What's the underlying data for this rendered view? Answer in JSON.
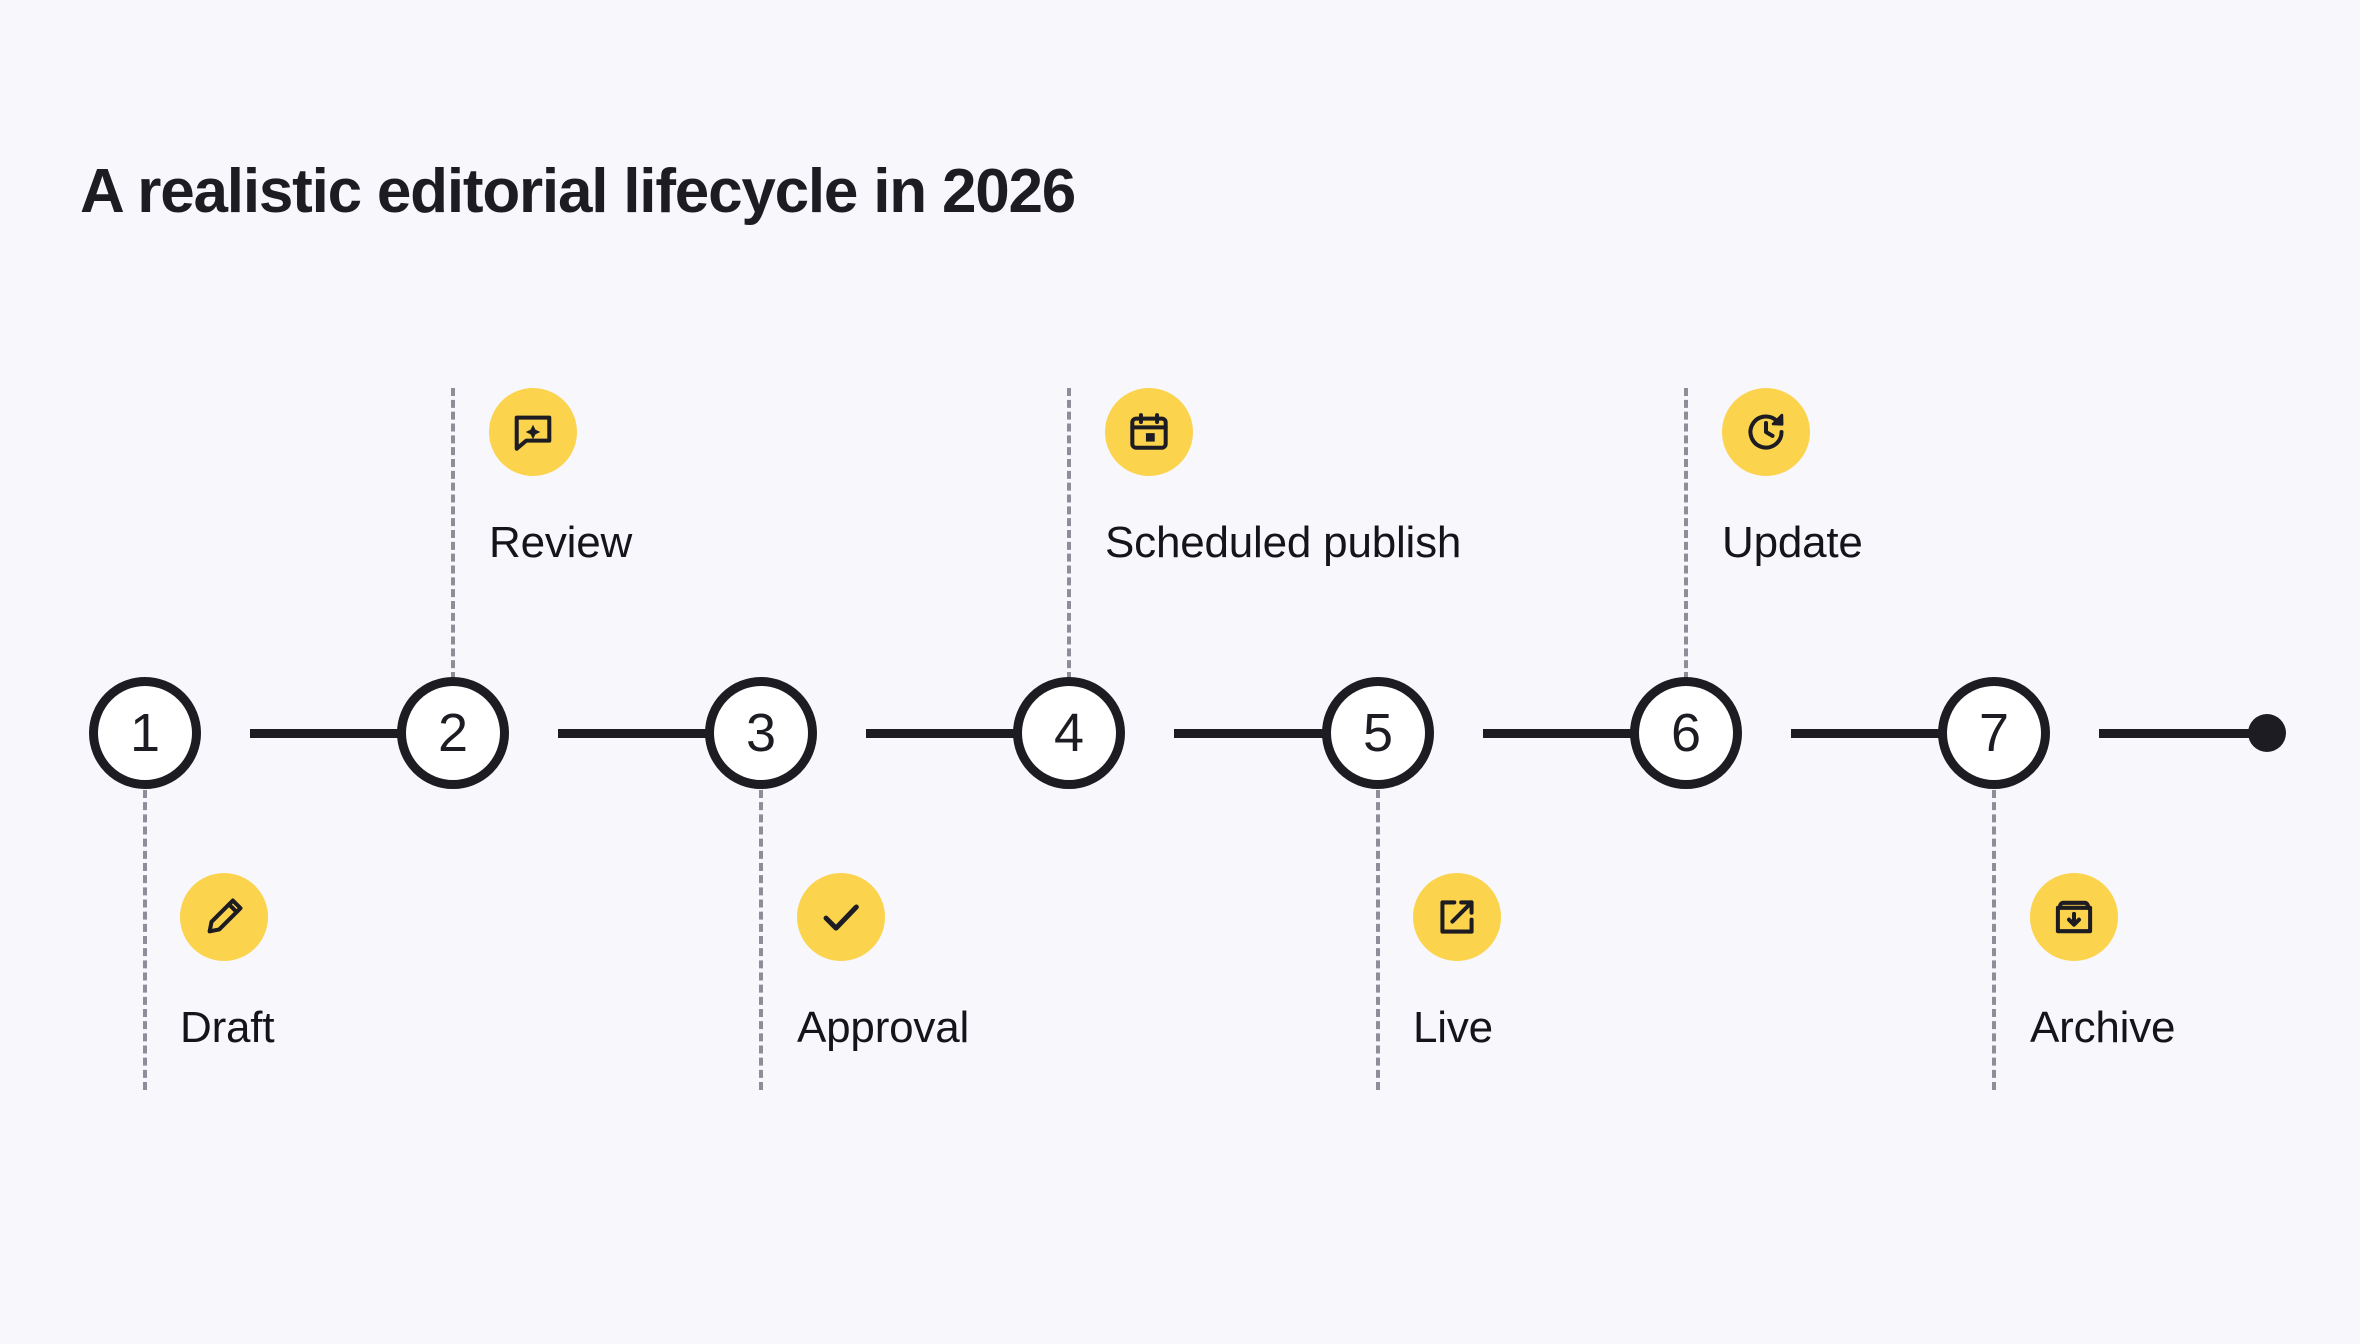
{
  "page": {
    "title": "A realistic editorial lifecycle in 2026",
    "background_color": "#F7F7FC",
    "accent_color": "#FBD34D",
    "ink_color": "#1C1C22",
    "dash_color": "#8E8E9B"
  },
  "timeline": {
    "orientation": "horizontal",
    "node_count": 7,
    "end_marker": "filled-dot",
    "nodes": [
      {
        "number": "1",
        "label": "Draft",
        "icon": "pencil-icon",
        "side": "below"
      },
      {
        "number": "2",
        "label": "Review",
        "icon": "comment-sparkle-icon",
        "side": "above"
      },
      {
        "number": "3",
        "label": "Approval",
        "icon": "check-icon",
        "side": "below"
      },
      {
        "number": "4",
        "label": "Scheduled publish",
        "icon": "calendar-icon",
        "side": "above"
      },
      {
        "number": "5",
        "label": "Live",
        "icon": "external-link-icon",
        "side": "below"
      },
      {
        "number": "6",
        "label": "Update",
        "icon": "clock-refresh-icon",
        "side": "above"
      },
      {
        "number": "7",
        "label": "Archive",
        "icon": "archive-box-icon",
        "side": "below"
      }
    ]
  }
}
